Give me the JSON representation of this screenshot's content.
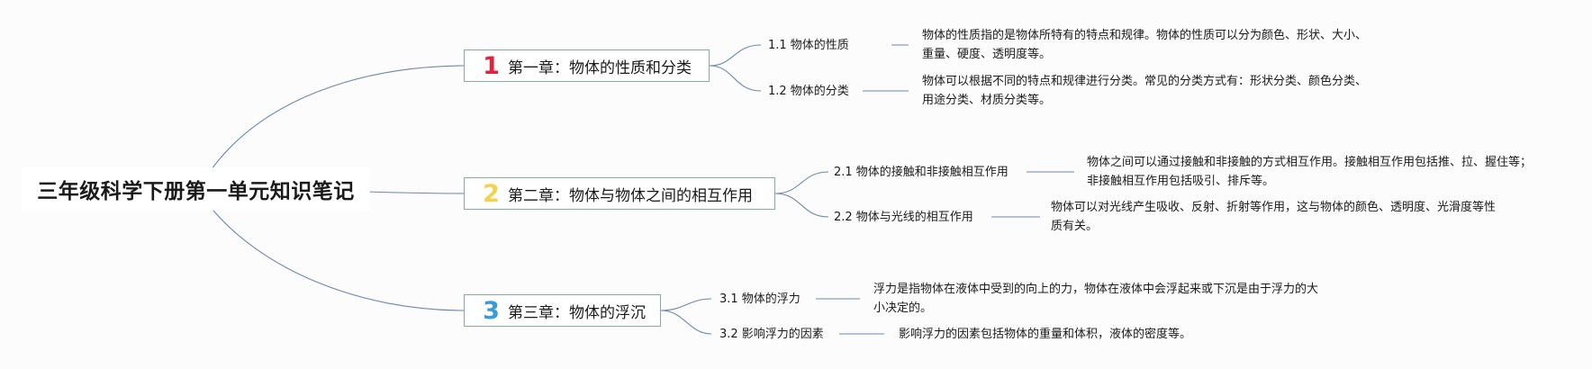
{
  "root": {
    "title": "三年级科学下册第一单元知识笔记"
  },
  "chapters": [
    {
      "number": "1",
      "color": "#d8263e",
      "title": "第一章：物体的性质和分类",
      "sections": [
        {
          "label": "1.1 物体的性质",
          "desc": "物体的性质指的是物体所特有的特点和规律。物体的性质可以分为颜色、形状、大小、重量、硬度、透明度等。"
        },
        {
          "label": "1.2 物体的分类",
          "desc": "物体可以根据不同的特点和规律进行分类。常见的分类方式有：形状分类、颜色分类、用途分类、材质分类等。"
        }
      ]
    },
    {
      "number": "2",
      "color": "#f1d44b",
      "title": "第二章：物体与物体之间的相互作用",
      "sections": [
        {
          "label": "2.1 物体的接触和非接触相互作用",
          "desc": "物体之间可以通过接触和非接触的方式相互作用。接触相互作用包括推、拉、握住等；非接触相互作用包括吸引、排斥等。"
        },
        {
          "label": "2.2 物体与光线的相互作用",
          "desc": "物体可以对光线产生吸收、反射、折射等作用，这与物体的颜色、透明度、光滑度等性质有关。"
        }
      ]
    },
    {
      "number": "3",
      "color": "#3a9ad6",
      "title": "第三章：物体的浮沉",
      "sections": [
        {
          "label": "3.1 物体的浮力",
          "desc": "浮力是指物体在液体中受到的向上的力，物体在液体中会浮起来或下沉是由于浮力的大小决定的。"
        },
        {
          "label": "3.2 影响浮力的因素",
          "desc": "影响浮力的因素包括物体的重量和体积，液体的密度等。"
        }
      ]
    }
  ],
  "colors": {
    "connector": "#6f87a8",
    "chapter_border": "#86aba2"
  }
}
